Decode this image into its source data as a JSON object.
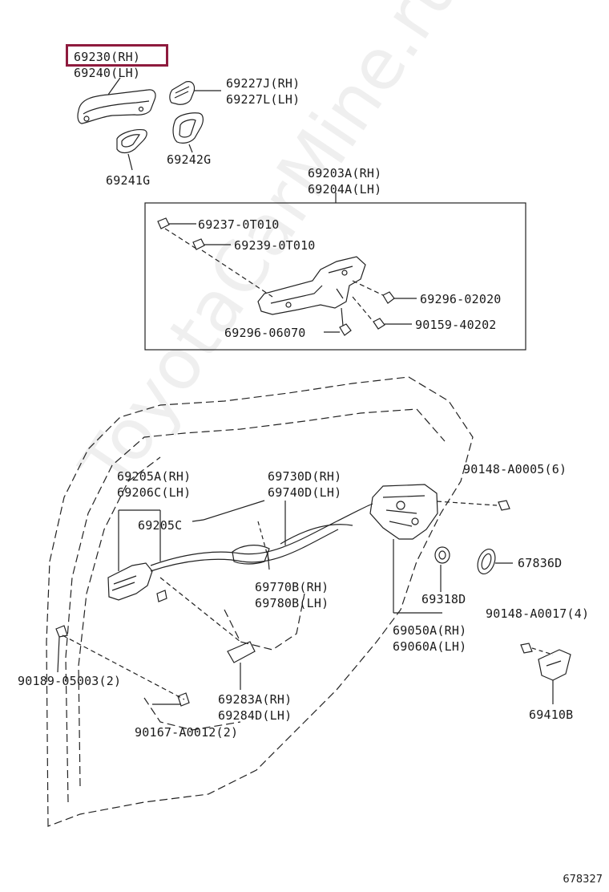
{
  "watermark": "ToyotaCarMine.ru",
  "diagram_code": "678327",
  "highlight_color": "#8e1b3e",
  "labels": {
    "p69230": "69230(RH)",
    "p69240": "69240(LH)",
    "p69227j": "69227J(RH)",
    "p69227l": "69227L(LH)",
    "p69242g": "69242G",
    "p69241g": "69241G",
    "p69203a": "69203A(RH)",
    "p69204a": "69204A(LH)",
    "p69237": "69237-0T010",
    "p69239": "69239-0T010",
    "p69296_02020": "69296-02020",
    "p90159": "90159-40202",
    "p69296_06070": "69296-06070",
    "p69205a": "69205A(RH)",
    "p69206c": "69206C(LH)",
    "p69205c": "69205C",
    "p69730d": "69730D(RH)",
    "p69740d": "69740D(LH)",
    "p90148_a0005": "90148-A0005(6)",
    "p67836d": "67836D",
    "p69770b": "69770B(RH)",
    "p69780b": "69780B(LH)",
    "p69318d": "69318D",
    "p90148_a0017": "90148-A0017(4)",
    "p69050a": "69050A(RH)",
    "p69060a": "69060A(LH)",
    "p90189": "90189-05003(2)",
    "p69283a": "69283A(RH)",
    "p69284d": "69284D(LH)",
    "p90167": "90167-A0012(2)",
    "p69410b": "69410B"
  }
}
